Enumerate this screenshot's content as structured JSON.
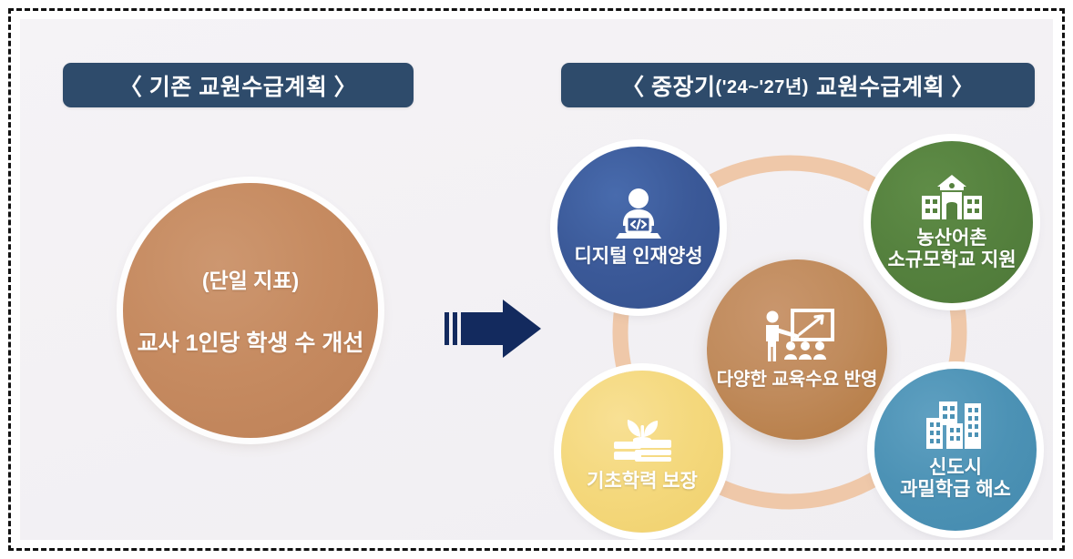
{
  "diagram": {
    "left_section": {
      "title": "〈 기존  교원수급계획 〉",
      "circle": {
        "sub_label": "(단일 지표)",
        "main_label": "교사 1인당 학생 수 개선",
        "color": "#c68b61"
      }
    },
    "arrow": {
      "icon": "right-arrow-icon",
      "color": "#132a5e"
    },
    "right_section": {
      "title_prefix": "〈 중장기",
      "title_years": "('24~'27년)",
      "title_suffix": "교원수급계획 〉",
      "center": {
        "label": "다양한 교육수요 반영",
        "icon": "teacher-whiteboard-icon",
        "color": "#c08b5c"
      },
      "nodes": [
        {
          "id": "digital",
          "label_line1": "디지털 인재양성",
          "label_line2": "",
          "icon": "person-laptop-code-icon",
          "color": "#3b5998"
        },
        {
          "id": "rural",
          "label_line1": "농산어촌",
          "label_line2": "소규모학교 지원",
          "icon": "schoolhouse-icon",
          "color": "#55813e"
        },
        {
          "id": "basic",
          "label_line1": "기초학력 보장",
          "label_line2": "",
          "icon": "sprout-books-icon",
          "color": "#f4d87c"
        },
        {
          "id": "newcity",
          "label_line1": "신도시",
          "label_line2": "과밀학급 해소",
          "icon": "city-buildings-icon",
          "color": "#4c92b5"
        }
      ],
      "ring_color": "#efc8a9"
    },
    "frame": {
      "border_style": "dashed",
      "border_color": "#111111",
      "background_color": "#f3f1f4"
    }
  }
}
